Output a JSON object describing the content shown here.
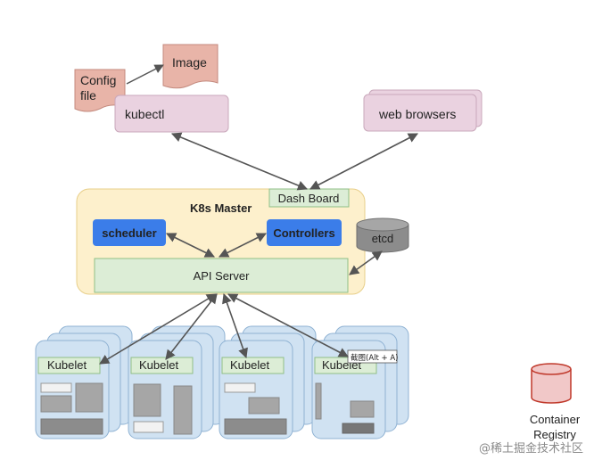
{
  "diagram": {
    "config_file": [
      "Config",
      "file"
    ],
    "image": "Image",
    "kubectl": "kubectl",
    "web_browsers": "web browsers",
    "master": {
      "title": "K8s Master",
      "dashboard": "Dash Board",
      "scheduler": "scheduler",
      "controllers": "Controllers",
      "api_server": "API Server"
    },
    "etcd": "etcd",
    "kubelet": "Kubelet",
    "screenshot_tip": "截图(Alt + A)",
    "registry": [
      "Container",
      "Registry"
    ]
  },
  "watermark": "@稀土掘金技术社区",
  "colors": {
    "config_fill": "#e8b4a8",
    "config_stroke": "#c48a7e",
    "client_fill": "#ead2e0",
    "client_stroke": "#c9a8bb",
    "master_fill": "#fdf0cc",
    "master_stroke": "#e8cf8a",
    "component_blue": "#3b7de9",
    "api_fill": "#dcedd6",
    "api_stroke": "#8fbf86",
    "node_fill": "#d0e2f2",
    "node_stroke": "#8fb2d3",
    "registry_fill": "#f1c8c8",
    "registry_stroke": "#c0392b",
    "etcd_fill": "#8c8c8c",
    "arrow": "#555555"
  }
}
